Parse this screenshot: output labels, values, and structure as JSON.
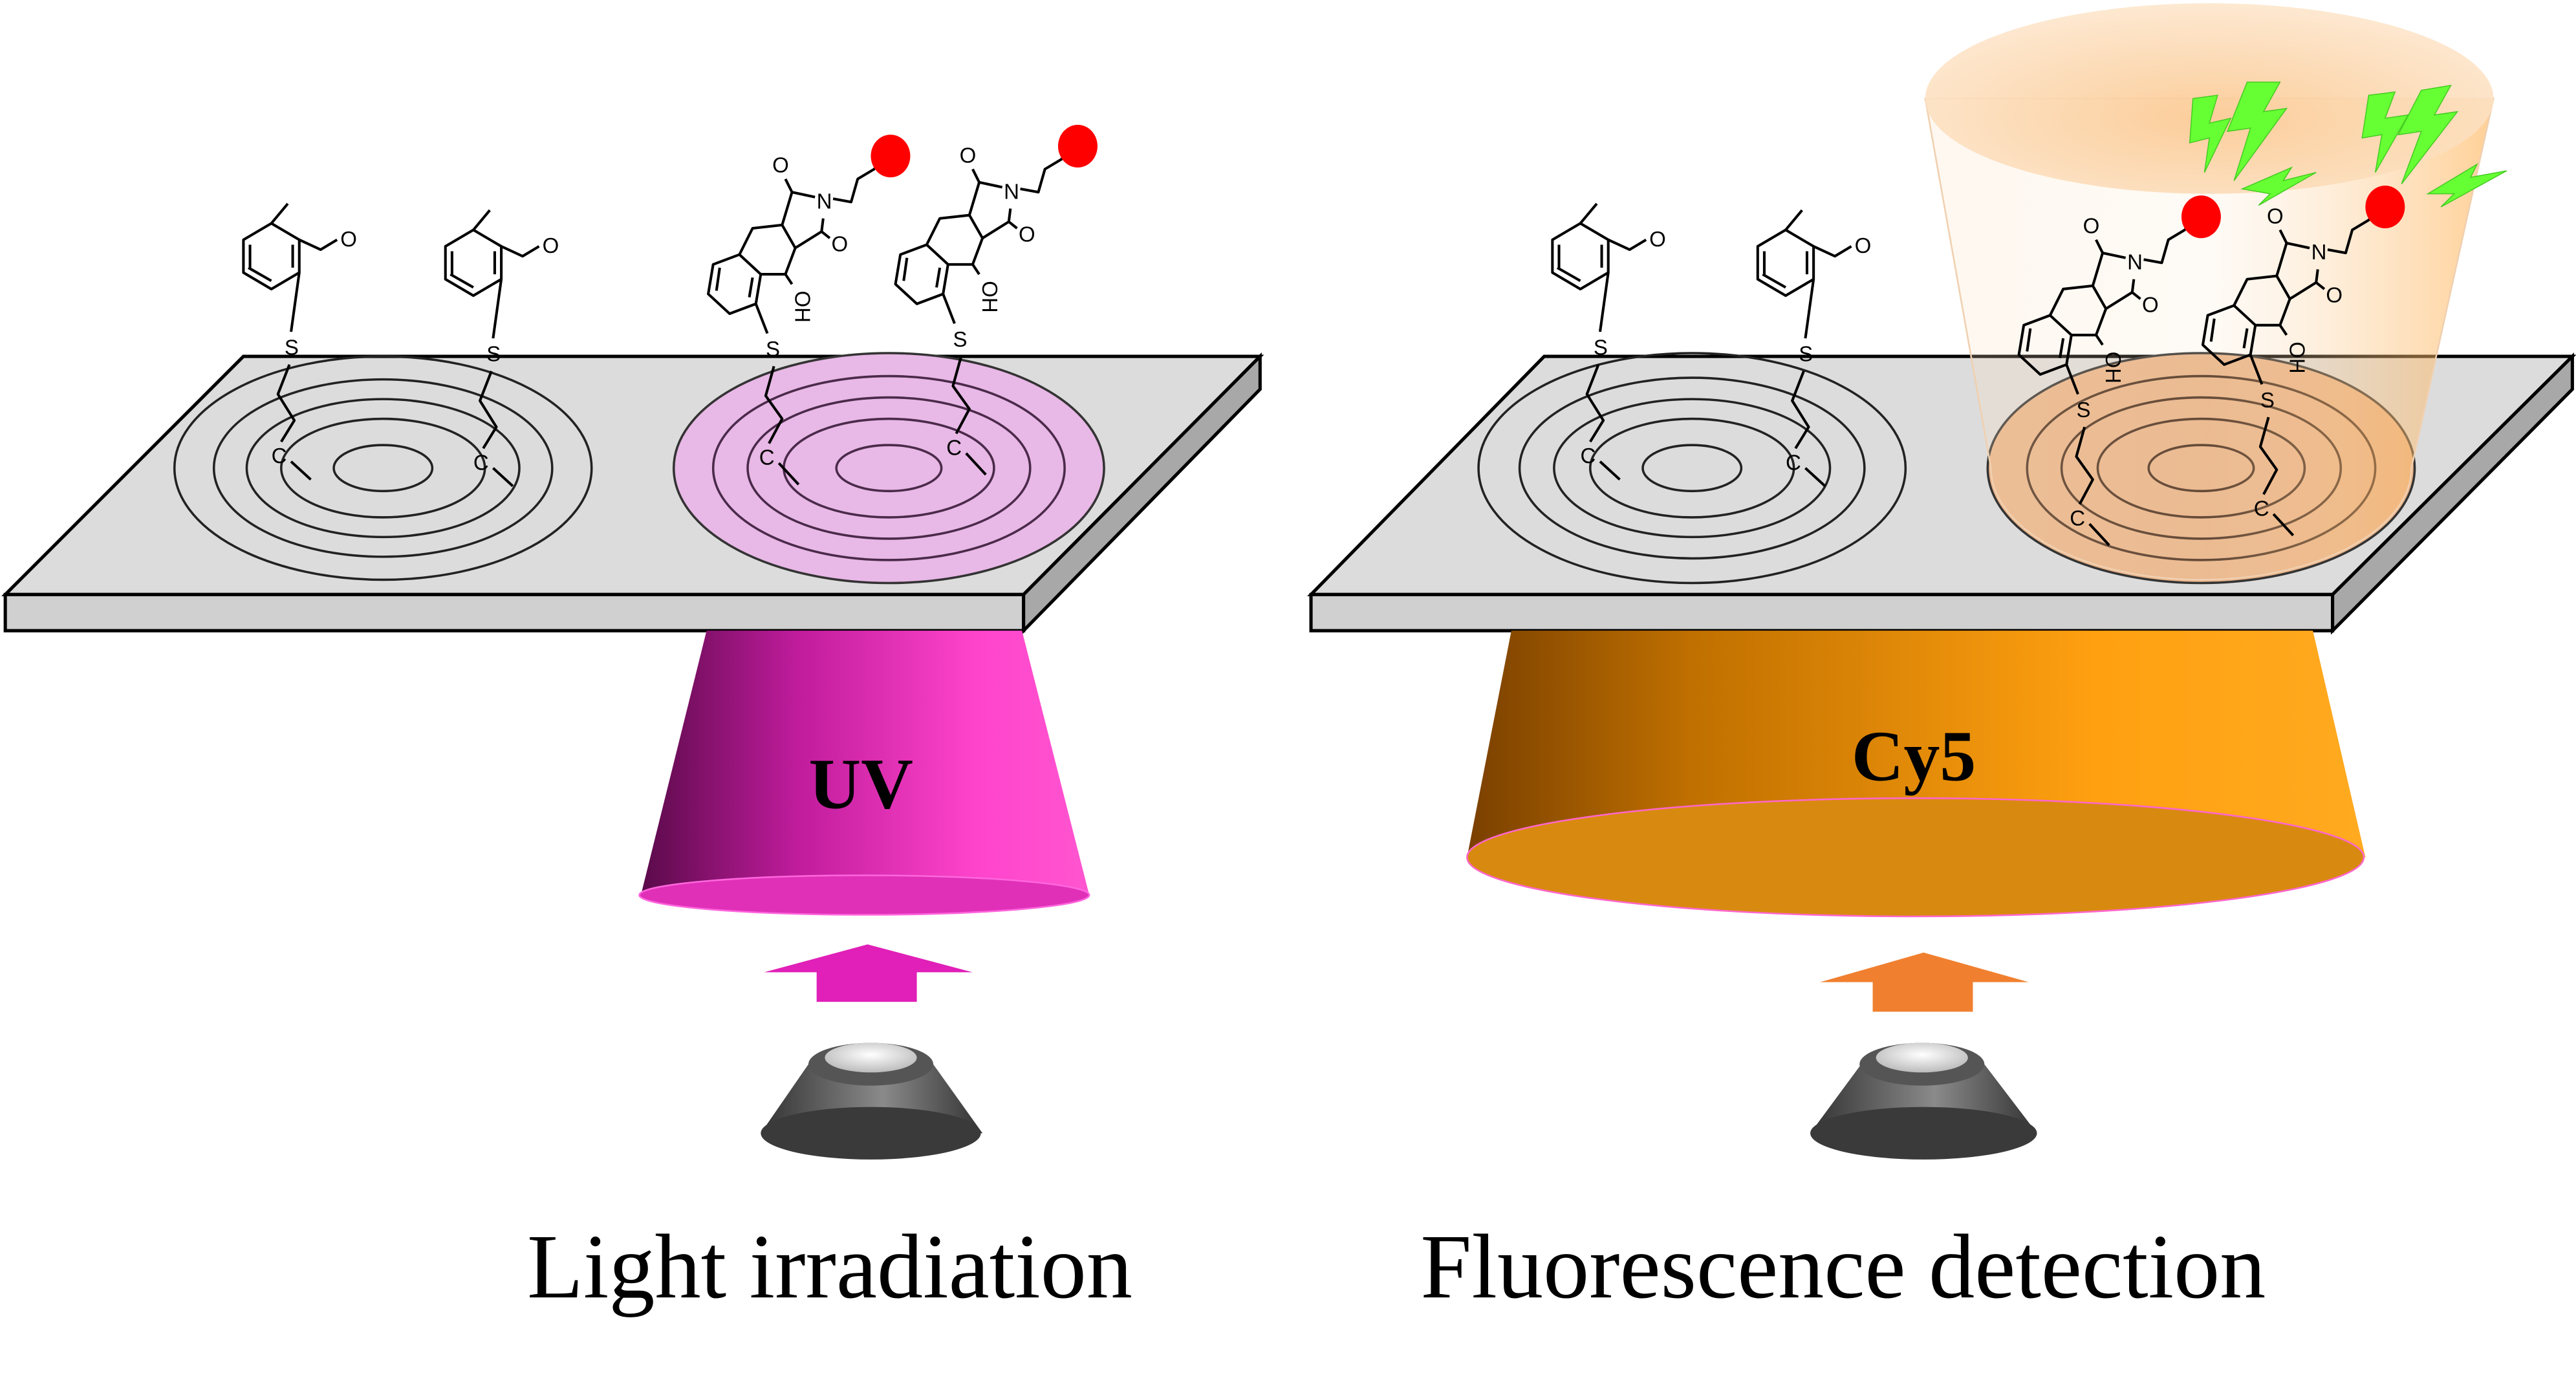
{
  "panels": [
    {
      "beam_label": "UV",
      "caption": "Light irradiation"
    },
    {
      "beam_label": "Cy5",
      "caption": "Fluorescence detection"
    }
  ],
  "atoms": {
    "sulfur": "S",
    "carbon": "C",
    "oxygen": "O",
    "nitrogen": "N",
    "hydroxyl": "OH"
  },
  "colors": {
    "uv_beam": "#ff44cc",
    "cy5_beam": "#ffa010",
    "uv_spot": "#e8b8e6",
    "cy5_spot": "#e8b48a",
    "fluorophore": "#ff0000",
    "emission": "#66ff33",
    "uv_arrow": "#e020b8",
    "cy5_arrow": "#f08030",
    "plate": "#dcdcdc"
  }
}
